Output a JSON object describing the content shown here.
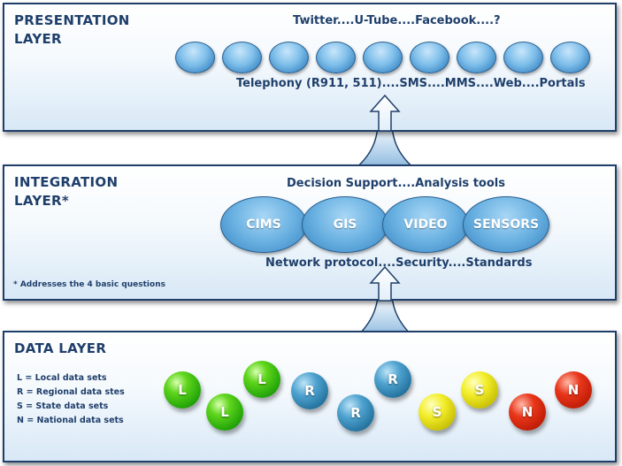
{
  "presentation": {
    "title_line1": "PRESENTATION",
    "title_line2": "LAYER",
    "top_caption": "Twitter....U-Tube....Facebook....?",
    "bottom_caption": "Telephony (R911, 511)....SMS....MMS....Web....Portals",
    "oval_count": 9
  },
  "integration": {
    "title_line1": "INTEGRATION",
    "title_line2": "LAYER*",
    "top_caption": "Decision Support....Analysis tools",
    "bottom_caption": "Network protocol....Security....Standards",
    "footnote": "* Addresses the 4 basic questions",
    "components": [
      "CIMS",
      "GIS",
      "VIDEO",
      "SENSORS"
    ]
  },
  "data_layer": {
    "title": "DATA LAYER",
    "legend": [
      "L = Local data sets",
      "R = Regional data stes",
      "S = State data sets",
      "N = National data sets"
    ],
    "spheres": [
      {
        "letter": "L",
        "color": "green"
      },
      {
        "letter": "L",
        "color": "green"
      },
      {
        "letter": "L",
        "color": "green"
      },
      {
        "letter": "R",
        "color": "blue"
      },
      {
        "letter": "R",
        "color": "blue"
      },
      {
        "letter": "R",
        "color": "blue"
      },
      {
        "letter": "S",
        "color": "yellow"
      },
      {
        "letter": "S",
        "color": "yellow"
      },
      {
        "letter": "N",
        "color": "red"
      },
      {
        "letter": "N",
        "color": "red"
      }
    ]
  },
  "colors": {
    "title_text": "#1f3f6b",
    "panel_border": "#1f3f6b",
    "green": "#26a80a",
    "blue": "#25739f",
    "yellow": "#f3ee2a",
    "red": "#e8361a"
  }
}
